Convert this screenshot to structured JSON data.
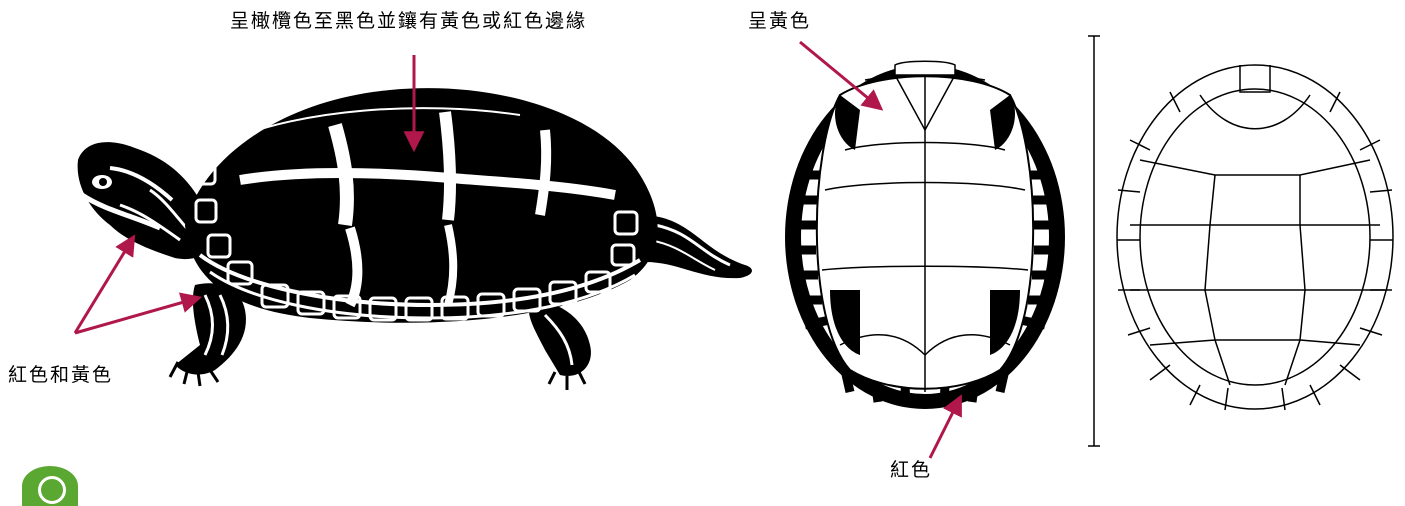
{
  "labels": {
    "carapace_color": "呈橄欖色至黑色並鑲有黃色或紅色邊緣",
    "plastron_color": "呈黃色",
    "head_leg_color": "紅色和黃色",
    "marginal_color": "紅色"
  },
  "colors": {
    "arrow": "#b0174a",
    "ink": "#000000",
    "badge": "#5aa832"
  },
  "icons": [
    "turtle-side-view-illustration",
    "plastron-illustration",
    "carapace-outline-illustration",
    "scale-bar",
    "info-badge-icon"
  ]
}
